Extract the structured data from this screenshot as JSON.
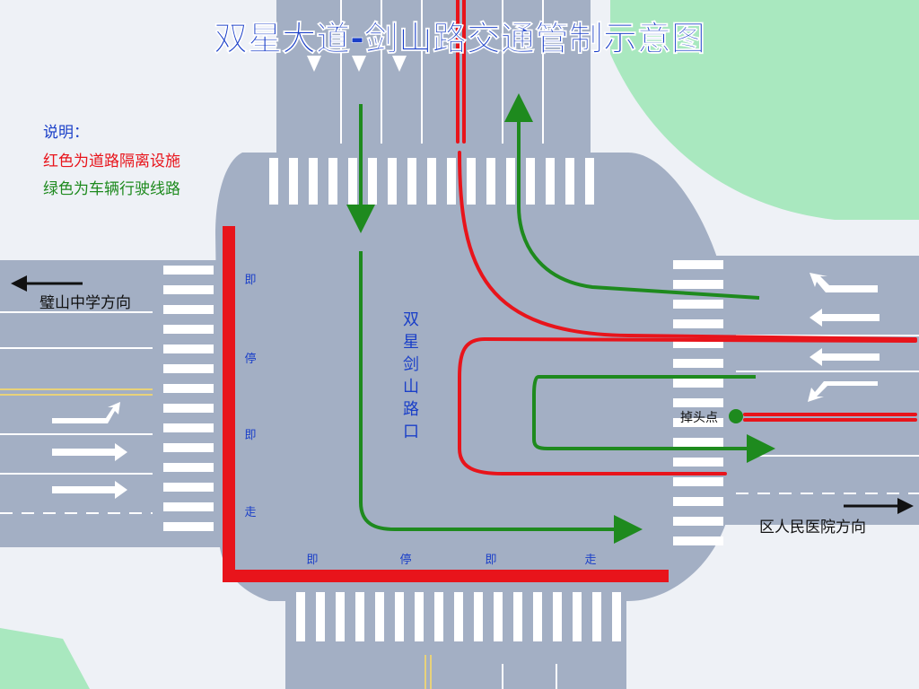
{
  "title": "双星大道-剑山路交通管制示意图",
  "legend": {
    "heading": "说明：",
    "red_line": "红色为道路隔离设施",
    "green_line": "绿色为车辆行驶线路"
  },
  "junction_label": [
    "双",
    "星",
    "剑",
    "山",
    "路",
    "口"
  ],
  "stop_go_vertical": [
    "即",
    "停",
    "即",
    "走"
  ],
  "stop_go_horizontal": [
    "即",
    "停",
    "即",
    "走"
  ],
  "direction_west": "璧山中学方向",
  "direction_east": "区人民医院方向",
  "uturn_point": "掉头点",
  "colors": {
    "barrier": "#e8141b",
    "route": "#1e8a1e",
    "road": "#a3afc4",
    "title": "#1a3fc8",
    "lane_marks": "#ffffff",
    "green_area": "#a9e8bf",
    "sidewalk": "#eef1f6"
  }
}
